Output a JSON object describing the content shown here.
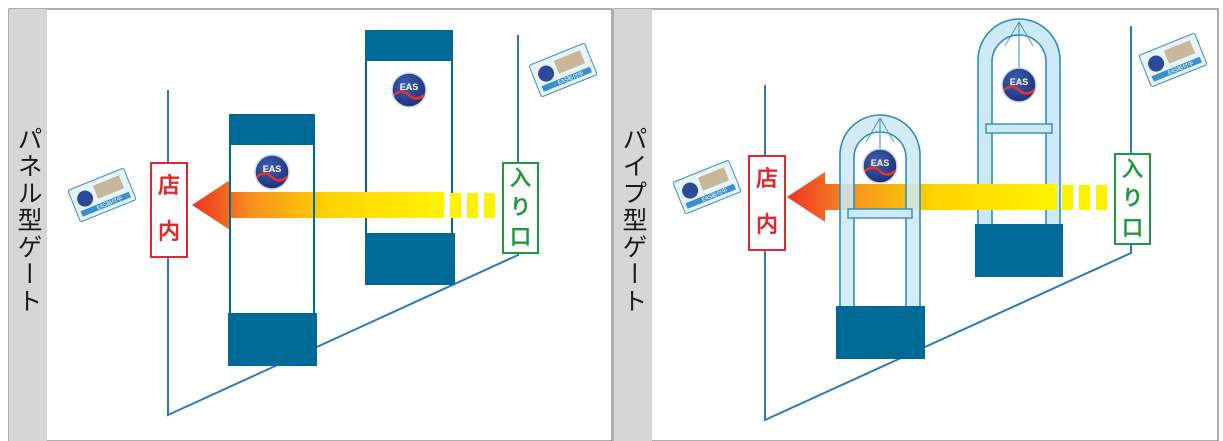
{
  "panels": [
    {
      "title": "パネル型ゲート",
      "in_label": [
        "店",
        "内"
      ],
      "entry_label": [
        "入",
        "り",
        "口"
      ],
      "gate_badge": "EAS",
      "card_label": "EAS貼付中"
    },
    {
      "title": "パイプ型ゲート",
      "in_label": [
        "店",
        "内"
      ],
      "entry_label": [
        "入",
        "り",
        "口"
      ],
      "gate_badge": "EAS",
      "card_label": "EAS貼付中"
    }
  ],
  "colors": {
    "gate_blue": "#006a96",
    "pipe_light": "#cde9f6",
    "pipe_stroke": "#2f8ec4",
    "in_red": "#e3262f",
    "entry_green": "#1d9a3a",
    "side_gray": "#d6d6d6"
  }
}
